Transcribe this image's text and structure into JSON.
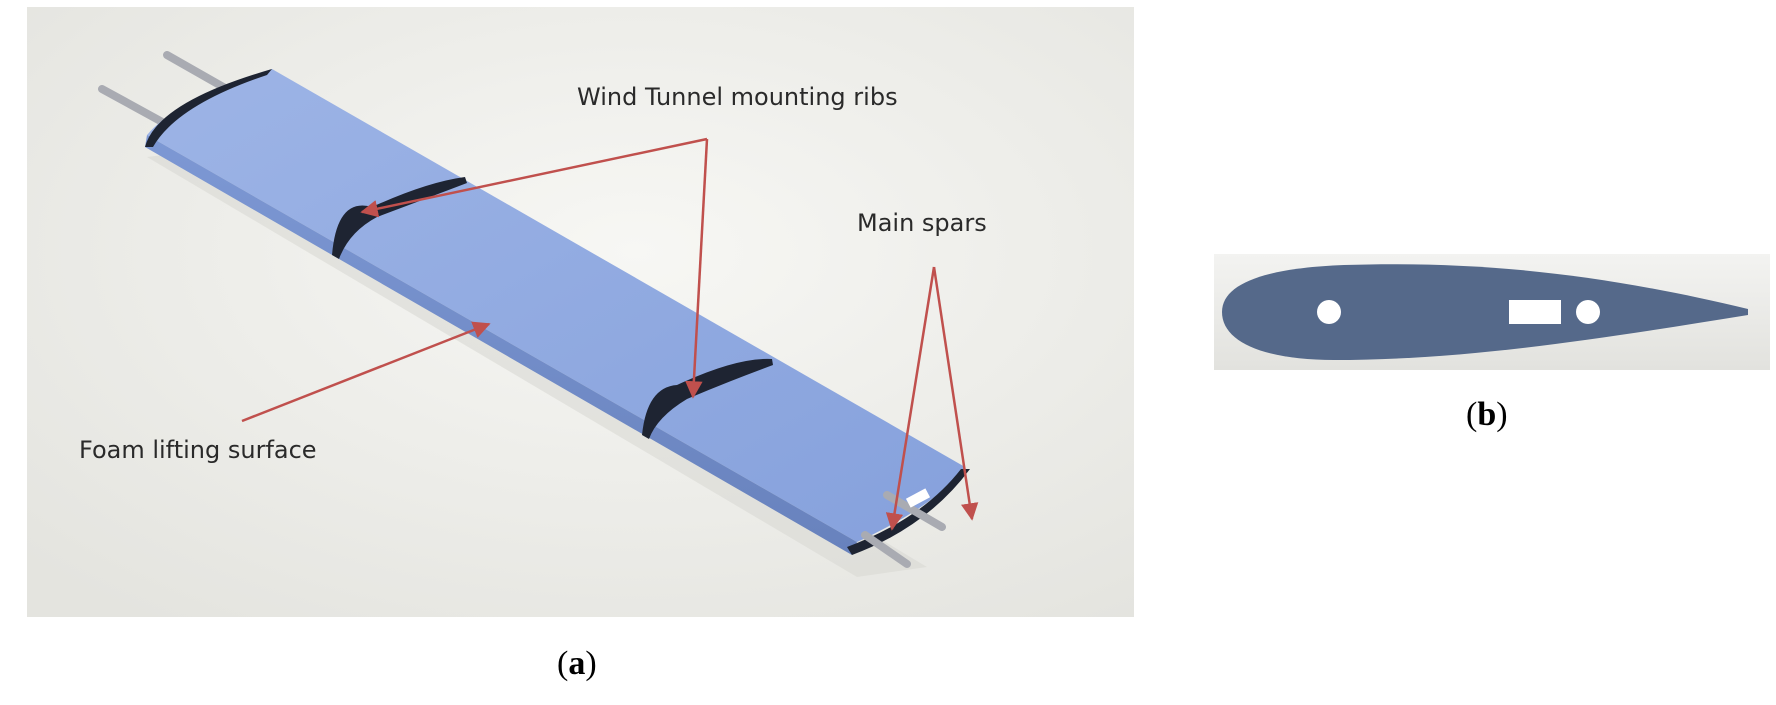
{
  "panel_a": {
    "callouts": {
      "ribs": "Wind Tunnel mounting ribs",
      "spars": "Main spars",
      "foam": "Foam lifting surface"
    },
    "caption": "a"
  },
  "panel_b": {
    "caption": "b"
  },
  "colors": {
    "wing_blue": "#8fa9e0",
    "rib_dark": "#1e2432",
    "arrow_red": "#c0504d",
    "airfoil_slate": "#55698a",
    "background": "#efefeb"
  }
}
